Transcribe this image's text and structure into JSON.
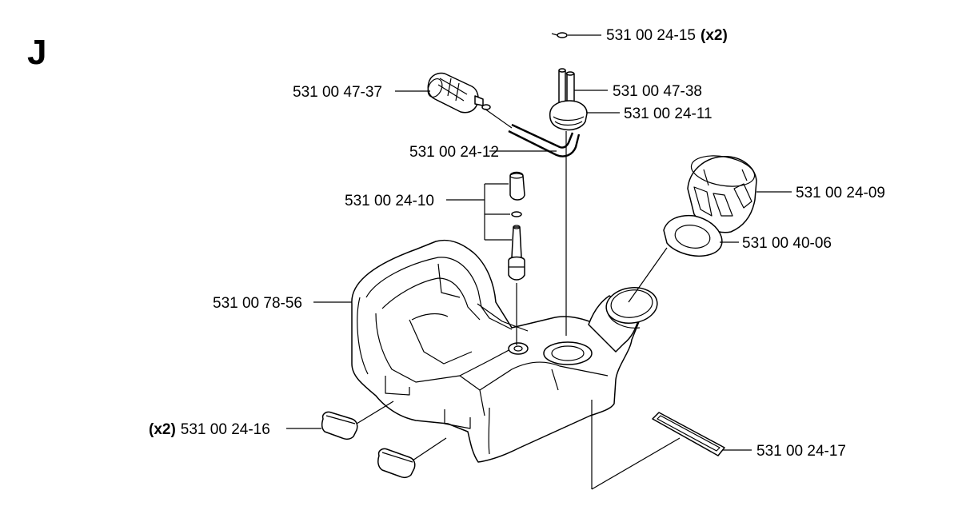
{
  "section_letter": "J",
  "parts": {
    "p_24_15": {
      "number": "531 00 24-15",
      "qty": "(x2)"
    },
    "p_47_38": {
      "number": "531 00 47-38"
    },
    "p_47_37": {
      "number": "531 00 47-37"
    },
    "p_24_11": {
      "number": "531 00 24-11"
    },
    "p_24_12": {
      "number": "531 00 24-12"
    },
    "p_24_10": {
      "number": "531 00 24-10"
    },
    "p_24_09": {
      "number": "531 00 24-09"
    },
    "p_40_06": {
      "number": "531 00 40-06"
    },
    "p_78_56": {
      "number": "531 00 78-56"
    },
    "p_24_16": {
      "number": "531 00 24-16",
      "qty": "(x2)"
    },
    "p_24_17": {
      "number": "531 00 24-17"
    }
  }
}
